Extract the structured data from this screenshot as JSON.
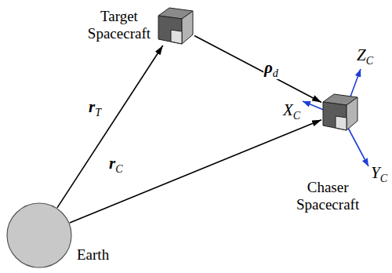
{
  "diagram": {
    "nodes": [
      {
        "text": [
          "Target Spacecraft"
        ]
      },
      {
        "text": [
          "Chaser Spacecraft"
        ]
      },
      {
        "text": [
          "Earth"
        ]
      }
    ],
    "edges": [
      {
        "from": 2,
        "to": 0,
        "arrow": "to",
        "label": "rT"
      },
      {
        "from": 2,
        "to": 1,
        "arrow": "to",
        "label": "rC"
      },
      {
        "from": 0,
        "to": 1,
        "arrow": "to",
        "label": "ρd"
      }
    ],
    "labels": [
      "XC",
      "YC",
      "ZC"
    ]
  }
}
